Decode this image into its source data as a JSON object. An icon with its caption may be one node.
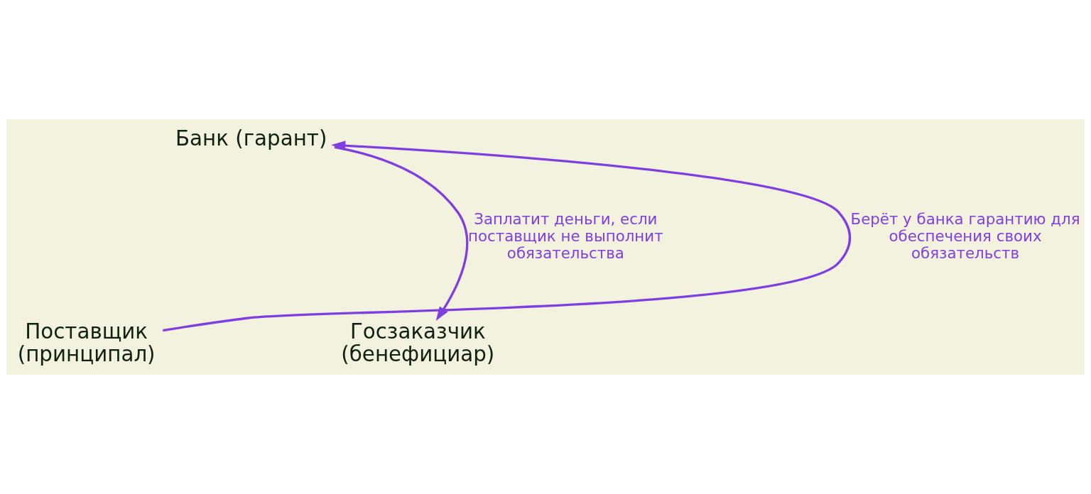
{
  "diagram": {
    "nodes": [
      {
        "text": [
          "Банк (гарант)"
        ]
      },
      {
        "text": [
          "Поставщик (принципал)"
        ]
      },
      {
        "text": [
          "Госзаказчик (бенефициар)"
        ]
      }
    ],
    "edges": [
      {
        "from": 1,
        "to": 0,
        "arrow": "to",
        "label": "Берёт у банка гарантию для обеспечения своих обязательств"
      },
      {
        "from": 0,
        "to": 2,
        "arrow": "to",
        "label": "Заплатит деньги, если поставщик не выполнит обязательства"
      }
    ]
  }
}
